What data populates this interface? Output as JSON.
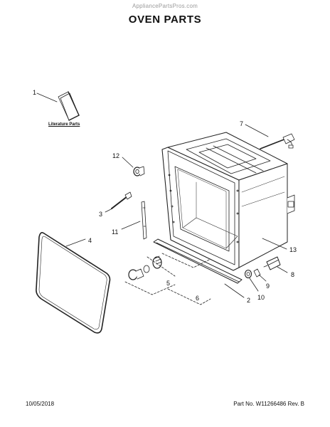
{
  "header": {
    "watermark": "AppliancePartsPros.com",
    "title": "OVEN PARTS"
  },
  "diagram": {
    "literature_label": "Literature Parts",
    "callouts": [
      "1",
      "2",
      "3",
      "4",
      "5",
      "6",
      "7",
      "8",
      "9",
      "10",
      "11",
      "12",
      "13"
    ]
  },
  "footer": {
    "date": "10/05/2018",
    "part_no": "Part No. W11266486  Rev. B"
  }
}
